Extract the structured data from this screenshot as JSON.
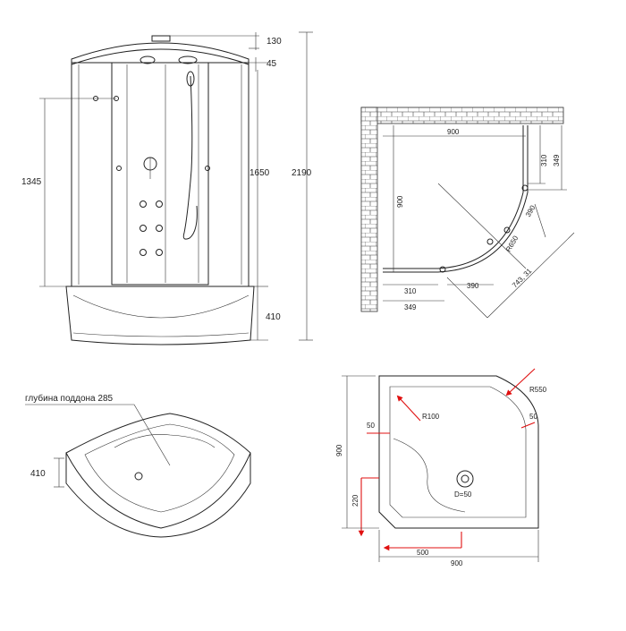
{
  "front_view": {
    "dims": {
      "top_cap": "130",
      "upper_gap": "45",
      "panel_height": "1650",
      "total_height": "2190",
      "handle_height": "1345",
      "tray_height": "410"
    }
  },
  "plan_view": {
    "dims": {
      "width_top": "900",
      "depth_left": "900",
      "corner_310_right": "310",
      "corner_349_right": "349",
      "corner_310_bottom": "310",
      "corner_349_bottom": "349",
      "door_390_upper": "390",
      "door_390_lower": "390",
      "radius_650": "R650",
      "diagonal": "743, 31"
    }
  },
  "tray_view": {
    "depth_label": "глубина поддона 285",
    "height_label": "410"
  },
  "tray_plan": {
    "labels": {
      "side_900": "900",
      "bottom_900": "900",
      "bottom_500": "500",
      "left_220": "220",
      "left_50": "50",
      "right_50": "50",
      "r100": "R100",
      "r550": "R550",
      "drain": "D=50"
    },
    "accent_color": "#e01010"
  }
}
